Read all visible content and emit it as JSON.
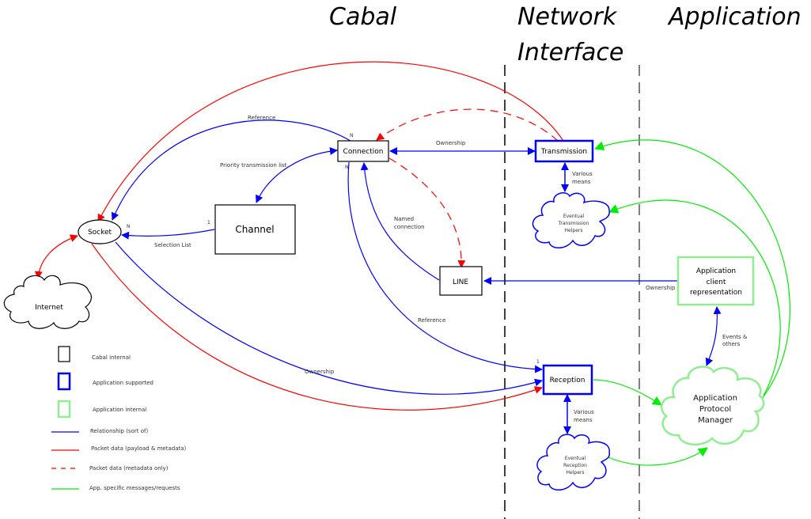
{
  "columns": {
    "cabal": "Cabal",
    "network_line1": "Network",
    "network_line2": "Interface",
    "application": "Application"
  },
  "colors": {
    "relationship": "#0000ff",
    "packet_data": "#ff0000",
    "app_messages": "#00ee00",
    "cabal_internal": "#000000",
    "application_supported": "#0000ff",
    "application_internal": "#90ee90"
  },
  "nodes": {
    "connection": "Connection",
    "channel": "Channel",
    "socket": "Socket",
    "internet": "Internet",
    "line": "LINE",
    "transmission": "Transmission",
    "reception": "Reception",
    "tx_helpers": [
      "Eventual",
      "Transmission",
      "Helpers"
    ],
    "rx_helpers": [
      "Eventual",
      "Reception",
      "Helpers"
    ],
    "app_client": [
      "Application",
      "client",
      "representation"
    ],
    "app_protocol_manager": [
      "Application",
      "Protocol",
      "Manager"
    ]
  },
  "edge_labels": {
    "reference_top": "Reference",
    "priority_list": "Priority transmission list",
    "selection_list": "Selection List",
    "ownership_conn_tx": "Ownership",
    "named_connection": [
      "Named",
      "connection"
    ],
    "reference_conn_rx": "Reference",
    "ownership_socket_rx": "Ownership",
    "ownership_client_line": "Ownership",
    "various_means_tx": [
      "Various",
      "means"
    ],
    "various_means_rx": [
      "Various",
      "means"
    ],
    "events_others": [
      "Events &",
      "others"
    ]
  },
  "multiplicity": {
    "conn_top_n": "N",
    "conn_bottom_n": "N",
    "socket_1": "1",
    "socket_n": "N",
    "channel_1": "1",
    "reception_1": "1"
  },
  "legend": {
    "boxes": [
      "Cabal internal",
      "Application supported",
      "Application internal"
    ],
    "lines": [
      "Relationship (sort of)",
      "Packet data (payload & metadata)",
      "Packet data (metadata only)",
      "App. specific messages/requests"
    ]
  }
}
